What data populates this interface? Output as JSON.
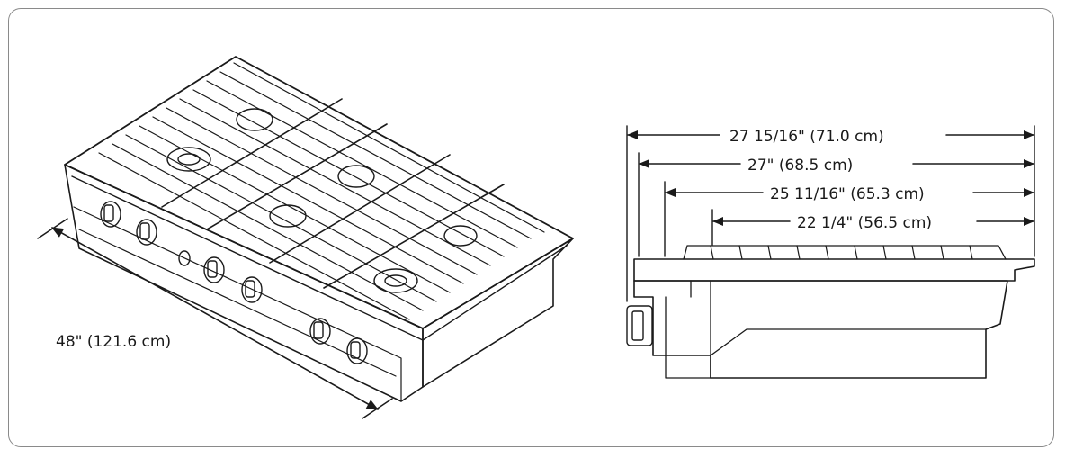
{
  "dimensions": {
    "width_label": "48\" (121.6 cm)",
    "depths": [
      "27 15/16\" (71.0 cm)",
      "27\" (68.5 cm)",
      "25 11/16\" (65.3 cm)",
      "22 1/4\" (56.5 cm)"
    ]
  },
  "colors": {
    "line": "#1a1a1a",
    "fill": "#ffffff",
    "frame": "#8a8a8a"
  }
}
